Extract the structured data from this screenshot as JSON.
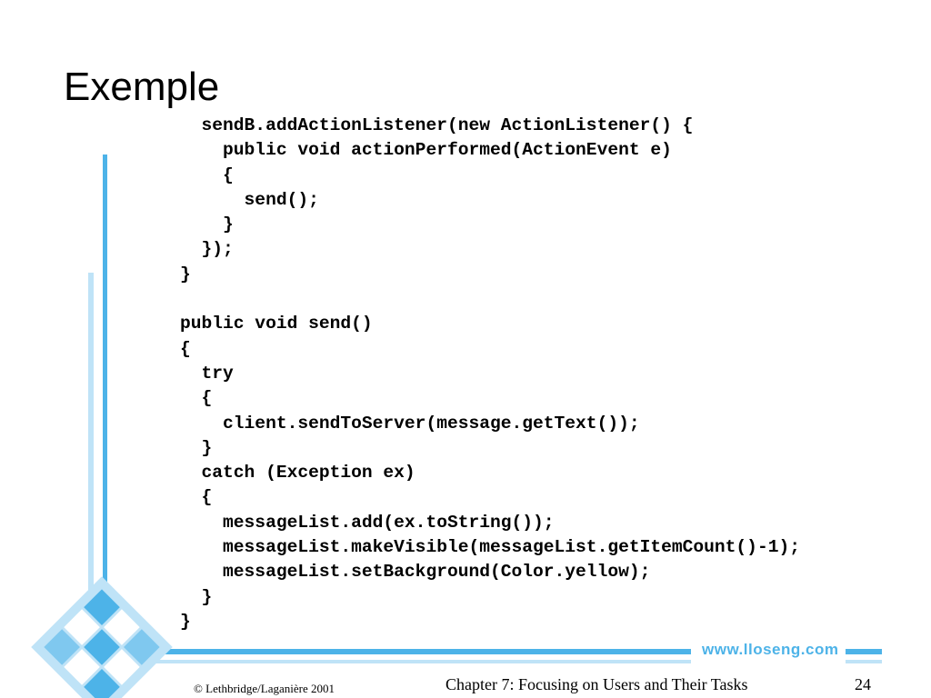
{
  "slide": {
    "title": "Exemple",
    "code_lines": [
      "  sendB.addActionListener(new ActionListener() {",
      "    public void actionPerformed(ActionEvent e)",
      "    {",
      "      send();",
      "    }",
      "  });",
      "}",
      "",
      "public void send()",
      "{",
      "  try",
      "  {",
      "    client.sendToServer(message.getText());",
      "  }",
      "  catch (Exception ex)",
      "  {",
      "    messageList.add(ex.toString());",
      "    messageList.makeVisible(messageList.getItemCount()-1);",
      "    messageList.setBackground(Color.yellow);",
      "  }",
      "}"
    ]
  },
  "footer": {
    "copyright": "© Lethbridge/Laganière 2001",
    "chapter": "Chapter 7: Focusing on Users and Their Tasks",
    "page_number": "24",
    "brand": "www.lloseng.com"
  },
  "colors": {
    "accent_blue": "#4db3e8",
    "light_blue": "#bfe3f7",
    "mid_blue": "#7fc8ef"
  },
  "icons": [
    "diamond-mosaic-logo"
  ]
}
